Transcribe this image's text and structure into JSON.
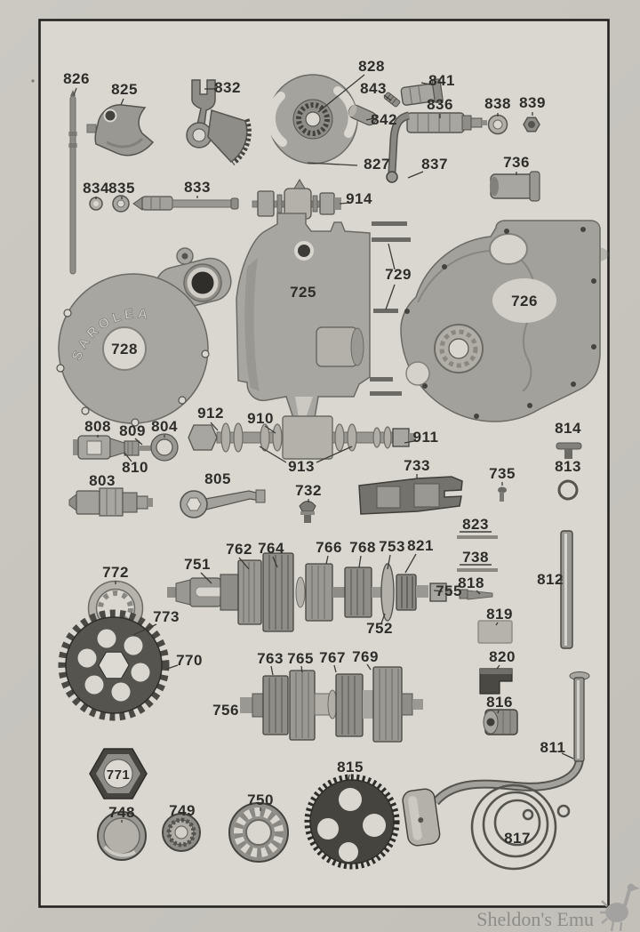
{
  "plate": {
    "brand_text": "SAROLEA",
    "watermark_text": "Sheldon's Emu"
  },
  "parts": {
    "p725": {
      "label": "725"
    },
    "p726": {
      "label": "726"
    },
    "p728": {
      "label": "728"
    },
    "p729": {
      "label": "729"
    },
    "p732": {
      "label": "732"
    },
    "p733": {
      "label": "733"
    },
    "p735": {
      "label": "735"
    },
    "p736": {
      "label": "736"
    },
    "p738": {
      "label": "738"
    },
    "p748": {
      "label": "748"
    },
    "p749": {
      "label": "749"
    },
    "p750": {
      "label": "750"
    },
    "p751": {
      "label": "751"
    },
    "p752": {
      "label": "752"
    },
    "p753": {
      "label": "753"
    },
    "p755": {
      "label": "755"
    },
    "p756": {
      "label": "756"
    },
    "p762": {
      "label": "762"
    },
    "p763": {
      "label": "763"
    },
    "p764": {
      "label": "764"
    },
    "p765": {
      "label": "765"
    },
    "p766": {
      "label": "766"
    },
    "p767": {
      "label": "767"
    },
    "p768": {
      "label": "768"
    },
    "p769": {
      "label": "769"
    },
    "p770": {
      "label": "770"
    },
    "p771": {
      "label": "771"
    },
    "p772": {
      "label": "772"
    },
    "p773": {
      "label": "773"
    },
    "p803": {
      "label": "803"
    },
    "p804": {
      "label": "804"
    },
    "p805": {
      "label": "805"
    },
    "p808": {
      "label": "808"
    },
    "p809": {
      "label": "809"
    },
    "p810": {
      "label": "810"
    },
    "p811": {
      "label": "811"
    },
    "p812": {
      "label": "812"
    },
    "p813": {
      "label": "813"
    },
    "p814": {
      "label": "814"
    },
    "p815": {
      "label": "815"
    },
    "p816": {
      "label": "816"
    },
    "p817": {
      "label": "817"
    },
    "p818": {
      "label": "818"
    },
    "p819": {
      "label": "819"
    },
    "p820": {
      "label": "820"
    },
    "p821": {
      "label": "821"
    },
    "p823": {
      "label": "823"
    },
    "p825": {
      "label": "825"
    },
    "p826": {
      "label": "826"
    },
    "p827": {
      "label": "827"
    },
    "p828": {
      "label": "828"
    },
    "p832": {
      "label": "832"
    },
    "p833": {
      "label": "833"
    },
    "p834": {
      "label": "834"
    },
    "p835": {
      "label": "835"
    },
    "p836": {
      "label": "836"
    },
    "p837": {
      "label": "837"
    },
    "p838": {
      "label": "838"
    },
    "p839": {
      "label": "839"
    },
    "p841": {
      "label": "841"
    },
    "p842": {
      "label": "842"
    },
    "p843": {
      "label": "843"
    },
    "p910": {
      "label": "910"
    },
    "p911": {
      "label": "911"
    },
    "p912": {
      "label": "912"
    },
    "p913": {
      "label": "913"
    },
    "p914": {
      "label": "914"
    }
  }
}
